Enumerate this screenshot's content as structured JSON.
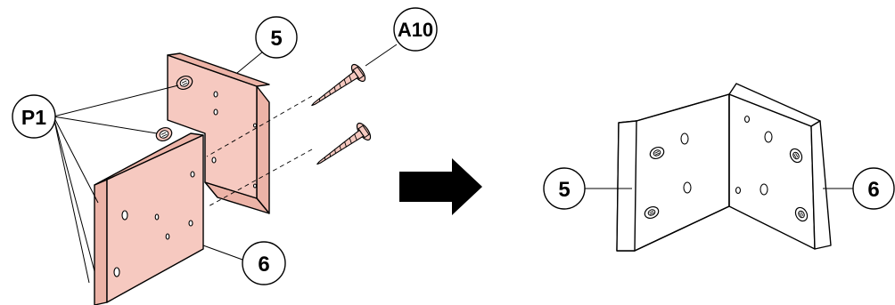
{
  "callouts": {
    "part_5_left": "5",
    "part_6_left": "6",
    "screw": "A10",
    "cam_nut": "P1",
    "part_5_right": "5",
    "part_6_right": "6"
  },
  "colors": {
    "panel_fill": "#f6c9c0",
    "panel_side": "#ecb3a7",
    "outline": "#000000",
    "arrow": "#000000"
  },
  "icons": {
    "arrow": "arrow-right-icon",
    "screw": "screw-icon",
    "cam_nut": "cam-nut-icon"
  }
}
